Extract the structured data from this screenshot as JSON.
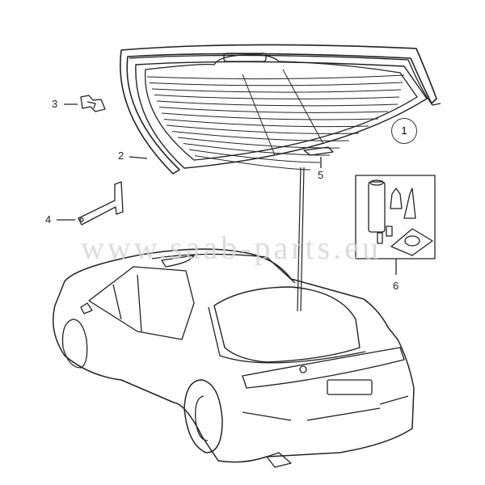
{
  "callouts": {
    "c1": "1",
    "c2": "2",
    "c3": "3",
    "c4": "4",
    "c5": "5",
    "c6": "6"
  },
  "watermark": "www.saab-parts.eu",
  "parts": [
    "rear-window-glass",
    "moulding",
    "clip",
    "bracket",
    "spacer",
    "adhesive-kit"
  ]
}
